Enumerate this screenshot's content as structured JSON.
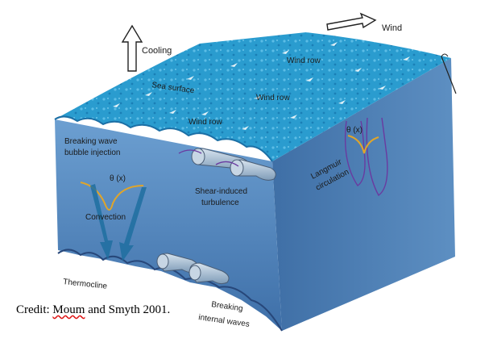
{
  "labels": {
    "wind": "Wind",
    "cooling": "Cooling",
    "sea_surface": "Sea surface",
    "wind_row": "Wind row",
    "breaking_wave_line1": "Breaking wave",
    "breaking_wave_line2": "bubble injection",
    "theta_x": "θ (x)",
    "convection": "Convection",
    "shear_line1": "Shear-induced",
    "shear_line2": "turbulence",
    "langmuir_line1": "Langmuir",
    "langmuir_line2": "circulation",
    "thermocline": "Thermocline",
    "breaking_internal_line1": "Breaking",
    "breaking_internal_line2": "internal waves"
  },
  "credit": {
    "prefix": "Credit: ",
    "author_underlined": "Moum",
    "rest": " and Smyth 2001."
  },
  "colors": {
    "sea_top": "#2a9ccf",
    "front_face": "#4f88c0",
    "side_face": "#3d6fa7",
    "tube": "#9fb7cf",
    "theta_curve": "#e0a52a",
    "convection_arrow": "#1f6fa0",
    "circulation": "#6a3aa0"
  }
}
